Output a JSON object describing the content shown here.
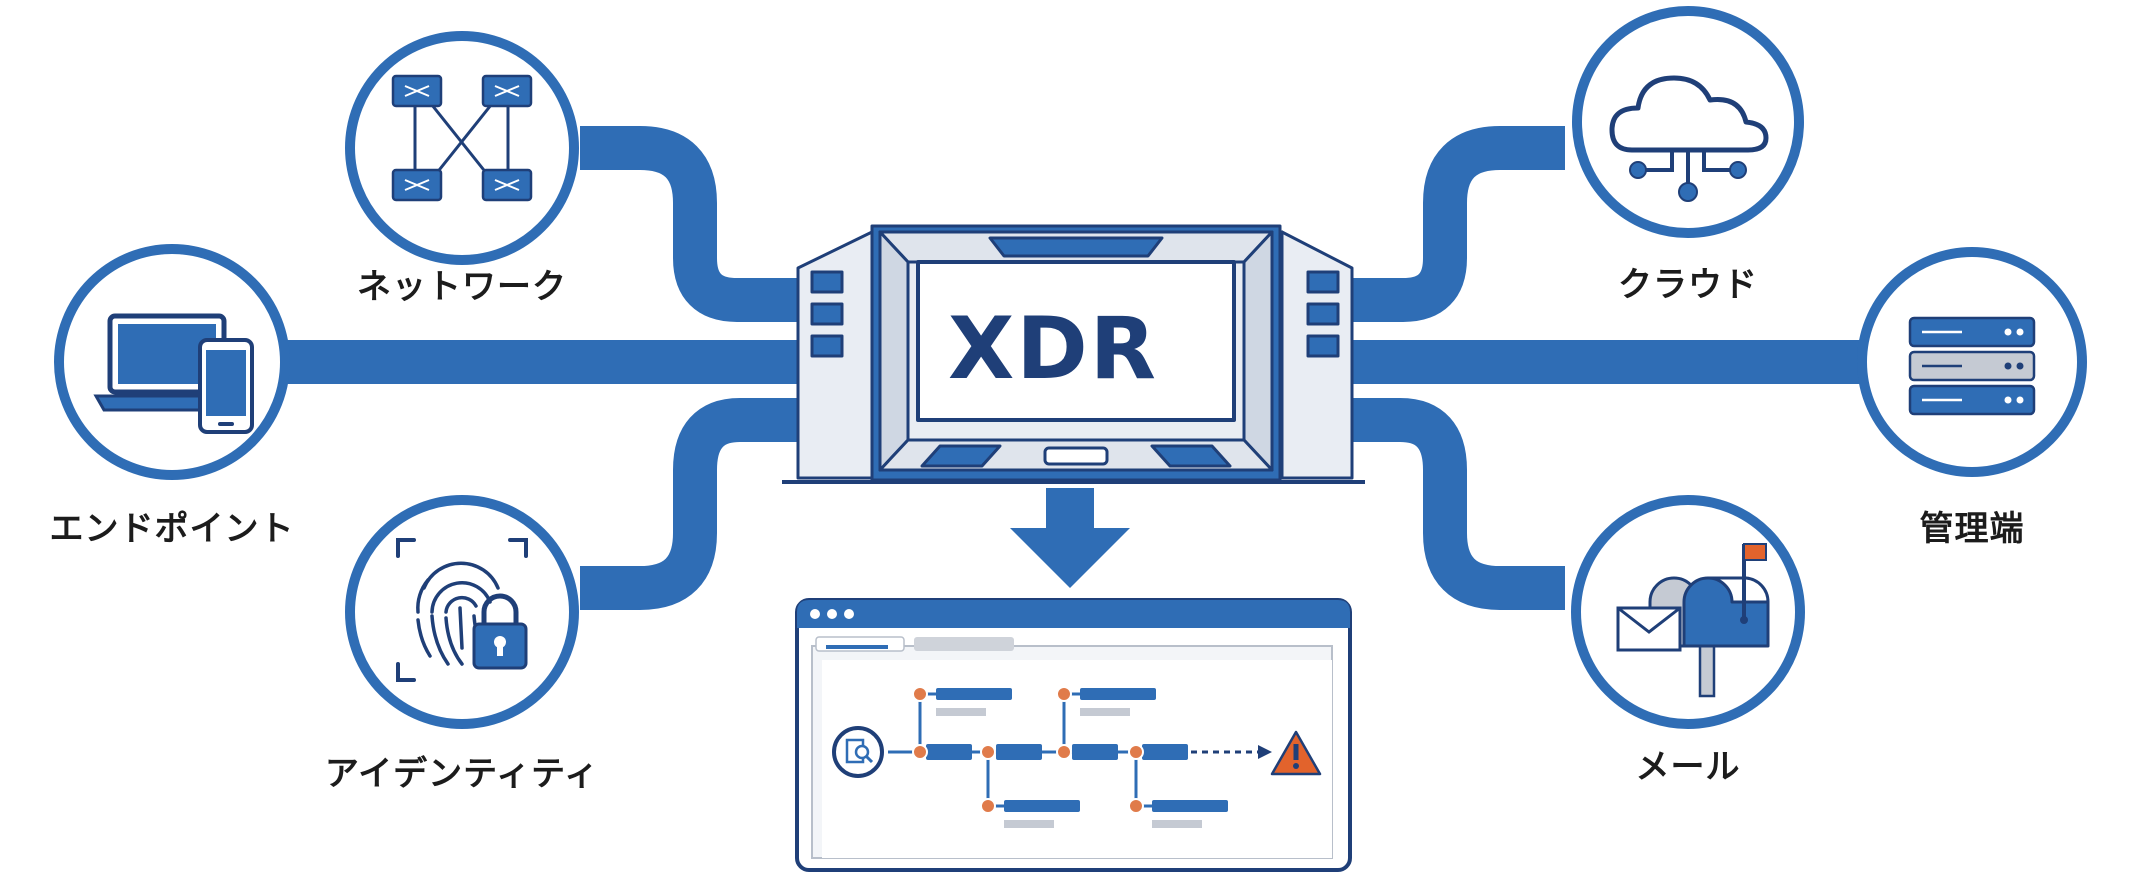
{
  "center": {
    "title": "XDR"
  },
  "sources": [
    {
      "id": "network",
      "label": "ネットワーク",
      "icon": "network-switch-icon"
    },
    {
      "id": "endpoint",
      "label": "エンドポイント",
      "icon": "laptop-phone-icon"
    },
    {
      "id": "identity",
      "label": "アイデンティティ",
      "icon": "fingerprint-lock-icon"
    },
    {
      "id": "cloud",
      "label": "クラウド",
      "icon": "cloud-icon"
    },
    {
      "id": "server",
      "label": "管理端",
      "icon": "server-rack-icon"
    },
    {
      "id": "mail",
      "label": "メール",
      "icon": "mailbox-icon"
    }
  ],
  "colors": {
    "primary": "#2f6db5",
    "dark": "#1f3f78",
    "panel": "#e9edf3",
    "node": "#e07b4a",
    "warning": "#e2632c"
  }
}
